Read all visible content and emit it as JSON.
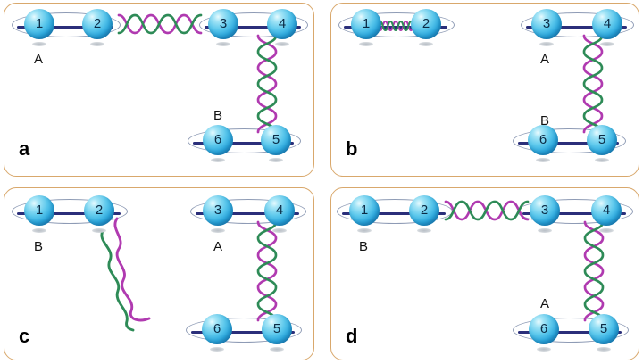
{
  "figure": {
    "title": "Four-panel DNA nanostructure sphere-and-helix schematic",
    "panel_count": 4,
    "colors": {
      "panel_border": "#d9a86c",
      "sphere_light": "#a8e6f7",
      "sphere_mid": "#2aa8df",
      "sphere_dark": "#1a6ea8",
      "sphere_label": "#0b2b45",
      "rod": "#2b2f7a",
      "ring": "#8e9bb5",
      "helix_magenta": "#b03ab0",
      "helix_green": "#2e8b57",
      "shadow": "#cfd4d9",
      "background": "#ffffff",
      "text": "#111111"
    }
  },
  "panels": [
    {
      "id": "a",
      "letter": "a",
      "nodes": [
        {
          "id": "a1",
          "label": "1"
        },
        {
          "id": "a2",
          "label": "2"
        },
        {
          "id": "a3",
          "label": "3"
        },
        {
          "id": "a4",
          "label": "4"
        },
        {
          "id": "a5",
          "label": "5"
        },
        {
          "id": "a6",
          "label": "6"
        }
      ],
      "tags": [
        {
          "id": "a-tag-A",
          "label": "A"
        },
        {
          "id": "a-tag-B",
          "label": "B"
        }
      ],
      "helices": [
        {
          "id": "a-helix-horizontal",
          "orientation": "horizontal",
          "state": "extended",
          "crossings": 5,
          "between": "2-3"
        },
        {
          "id": "a-helix-vertical",
          "orientation": "vertical",
          "state": "extended",
          "crossings": 6,
          "between": "4-5"
        }
      ]
    },
    {
      "id": "b",
      "letter": "b",
      "nodes": [
        {
          "id": "b1",
          "label": "1"
        },
        {
          "id": "b2",
          "label": "2"
        },
        {
          "id": "b3",
          "label": "3"
        },
        {
          "id": "b4",
          "label": "4"
        },
        {
          "id": "b5",
          "label": "5"
        },
        {
          "id": "b6",
          "label": "6"
        }
      ],
      "tags": [
        {
          "id": "b-tag-A",
          "label": "A"
        },
        {
          "id": "b-tag-B",
          "label": "B"
        }
      ],
      "helices": [
        {
          "id": "b-helix-compact",
          "orientation": "horizontal",
          "state": "compact",
          "crossings": 8,
          "between": "1-2"
        },
        {
          "id": "b-helix-vertical",
          "orientation": "vertical",
          "state": "extended",
          "crossings": 6,
          "between": "4-5"
        }
      ]
    },
    {
      "id": "c",
      "letter": "c",
      "nodes": [
        {
          "id": "c1",
          "label": "1"
        },
        {
          "id": "c2",
          "label": "2"
        },
        {
          "id": "c3",
          "label": "3"
        },
        {
          "id": "c4",
          "label": "4"
        },
        {
          "id": "c5",
          "label": "5"
        },
        {
          "id": "c6",
          "label": "6"
        }
      ],
      "tags": [
        {
          "id": "c-tag-B",
          "label": "B"
        },
        {
          "id": "c-tag-A",
          "label": "A"
        }
      ],
      "helices": [
        {
          "id": "c-helix-diagonal",
          "orientation": "diagonal",
          "state": "extended",
          "crossings": 4,
          "between": "2-6"
        },
        {
          "id": "c-helix-vertical",
          "orientation": "vertical",
          "state": "extended",
          "crossings": 6,
          "between": "4-5"
        }
      ]
    },
    {
      "id": "d",
      "letter": "d",
      "nodes": [
        {
          "id": "d1",
          "label": "1"
        },
        {
          "id": "d2",
          "label": "2"
        },
        {
          "id": "d3",
          "label": "3"
        },
        {
          "id": "d4",
          "label": "4"
        },
        {
          "id": "d5",
          "label": "5"
        },
        {
          "id": "d6",
          "label": "6"
        }
      ],
      "tags": [
        {
          "id": "d-tag-B",
          "label": "B"
        },
        {
          "id": "d-tag-A",
          "label": "A"
        }
      ],
      "helices": [
        {
          "id": "d-helix-horizontal",
          "orientation": "horizontal",
          "state": "extended",
          "crossings": 5,
          "between": "2-3"
        },
        {
          "id": "d-helix-vertical",
          "orientation": "vertical",
          "state": "extended",
          "crossings": 6,
          "between": "4-5"
        }
      ]
    }
  ]
}
